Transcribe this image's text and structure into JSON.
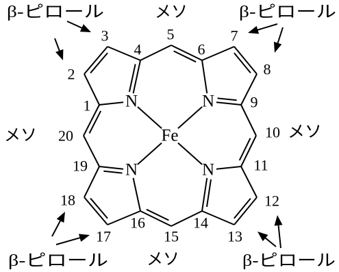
{
  "diagram": {
    "central_metal": "Fe",
    "nitrogen_atoms": [
      "N",
      "N",
      "N",
      "N"
    ],
    "locants": [
      "1",
      "2",
      "3",
      "4",
      "5",
      "6",
      "7",
      "8",
      "9",
      "10",
      "11",
      "12",
      "13",
      "14",
      "15",
      "16",
      "17",
      "18",
      "19",
      "20"
    ],
    "beta_pyrrole_labels": [
      "β-ピロール",
      "β-ピロール",
      "β-ピロール",
      "β-ピロール"
    ],
    "meso_labels": [
      "メソ",
      "メソ",
      "メソ",
      "メソ"
    ]
  },
  "colors": {
    "ink": "#000000",
    "background": "#ffffff"
  }
}
